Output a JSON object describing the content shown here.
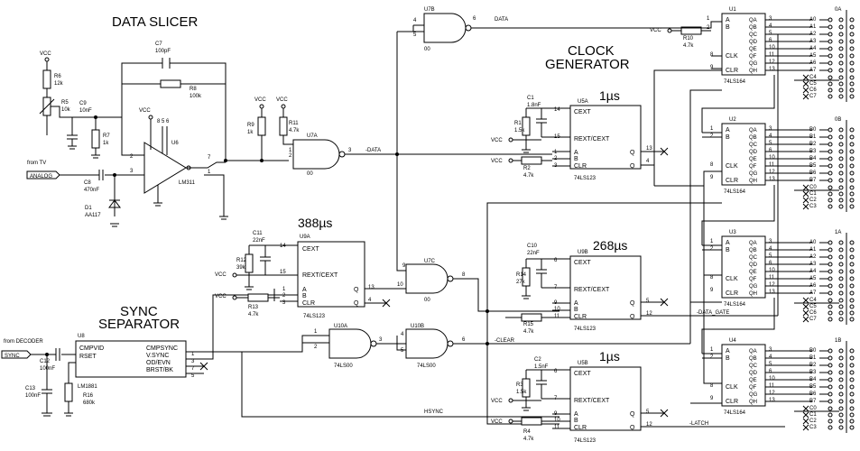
{
  "titles": {
    "data_slicer": "DATA SLICER",
    "clock_gen_1": "CLOCK",
    "clock_gen_2": "GENERATOR",
    "sync_sep_1": "SYNC",
    "sync_sep_2": "SEPARATOR"
  },
  "timing": {
    "t_u9a": "388µs",
    "t_u5a": "1µs",
    "t_u9b": "268µs",
    "t_u5b": "1µs"
  },
  "components": {
    "c7": "C7",
    "c7v": "100pF",
    "r8": "R8",
    "r8v": "100k",
    "r6": "R6",
    "r6v": "12k",
    "r5": "R5",
    "r5v": "10k",
    "c9": "C9",
    "c9v": "10nF",
    "r7": "R7",
    "r7v": "1k",
    "c8": "C8",
    "c8v": "470nF",
    "d1": "D1",
    "d1v": "AA117",
    "u6": "U6",
    "u6v": "LM311",
    "r9": "R9",
    "r9v": "1k",
    "r11": "R11",
    "r11v": "4.7k",
    "u7a": "U7A",
    "u7b": "U7B",
    "u7c": "U7C",
    "u7v": "00",
    "u9a": "U9A",
    "c11": "C11",
    "c11v": "22nF",
    "r12": "R12",
    "r12v": "39k",
    "r13": "R13",
    "r13v": "4.7k",
    "u8": "U8",
    "u8v": "LM1881",
    "c12": "C12",
    "c12v": "100nF",
    "c13": "C13",
    "c13v": "100nF",
    "r16": "R16",
    "r16v": "680k",
    "u10a": "U10A",
    "u10b": "U10B",
    "u10v": "74LS00",
    "u5a": "U5A",
    "c1": "C1",
    "c1v": "1.8nF",
    "r1": "R1",
    "r1v": "1.5k",
    "r2": "R2",
    "r2v": "4.7k",
    "u9b": "U9B",
    "c10": "C10",
    "c10v": "22nF",
    "r14": "R14",
    "r14v": "27k",
    "r15": "R15",
    "r15v": "4.7k",
    "u5b": "U5B",
    "c2": "C2",
    "c2v": "1.5nF",
    "r3": "R3",
    "r3v": "1.5k",
    "r4": "R4",
    "r4v": "4.7k",
    "r10": "R10",
    "r10v": "4.7k",
    "u1": "U1",
    "u2": "U2",
    "u3": "U3",
    "u4": "U4",
    "sr_part": "74LS164",
    "ic_123": "74LS123"
  },
  "pins": {
    "cext": "CEXT",
    "rext": "REXT/CEXT",
    "a": "A",
    "b": "B",
    "clr": "CLR",
    "q": "Q",
    "qbar": "Q",
    "qa": "QA",
    "qb": "QB",
    "qc": "QC",
    "qd": "QD",
    "qe": "QE",
    "qf": "QF",
    "qg": "QG",
    "qh": "QH",
    "clk": "CLK",
    "cmpvid": "CMPVID",
    "rset": "RSET",
    "cmpsync": "CMPSYNC",
    "vsync": "V.SYNC",
    "odevn": "OD/EVN",
    "brstbk": "BRST/BK"
  },
  "signals": {
    "vcc": "VCC",
    "data": "DATA",
    "ndata": "-DATA",
    "nclear": "-CLEAR",
    "ndata_gate": "-DATA_GATE",
    "hsync": "HSYNC",
    "nlatch": "-LATCH",
    "from_tv": "from TV",
    "analog": "ANALOG",
    "from_decoder": "from DECODER",
    "sync": "SYNC"
  },
  "connectors": {
    "j0a": "0A",
    "j0b": "0B",
    "j1a": "1A",
    "j1b": "1B"
  },
  "bus": {
    "u1": [
      "A0",
      "A1",
      "A2",
      "A3",
      "A4",
      "A5",
      "A6",
      "A7"
    ],
    "u1x": [
      "C4",
      "C5",
      "C6",
      "C7"
    ],
    "u2": [
      "B0",
      "B1",
      "B2",
      "B3",
      "B4",
      "B5",
      "B6",
      "B7"
    ],
    "u2x": [
      "C0",
      "C1",
      "C2",
      "C3"
    ],
    "u3": [
      "A0",
      "A1",
      "A2",
      "A3",
      "A4",
      "A5",
      "A6",
      "A7"
    ],
    "u3x": [
      "C4",
      "C5",
      "C6",
      "C7"
    ],
    "u4": [
      "B0",
      "B1",
      "B2",
      "B3",
      "B4",
      "B5",
      "B6",
      "B7"
    ],
    "u4x": [
      "C0",
      "C1",
      "C2",
      "C3"
    ]
  },
  "sr_pins": [
    "3",
    "4",
    "5",
    "6",
    "10",
    "11",
    "12",
    "13"
  ]
}
